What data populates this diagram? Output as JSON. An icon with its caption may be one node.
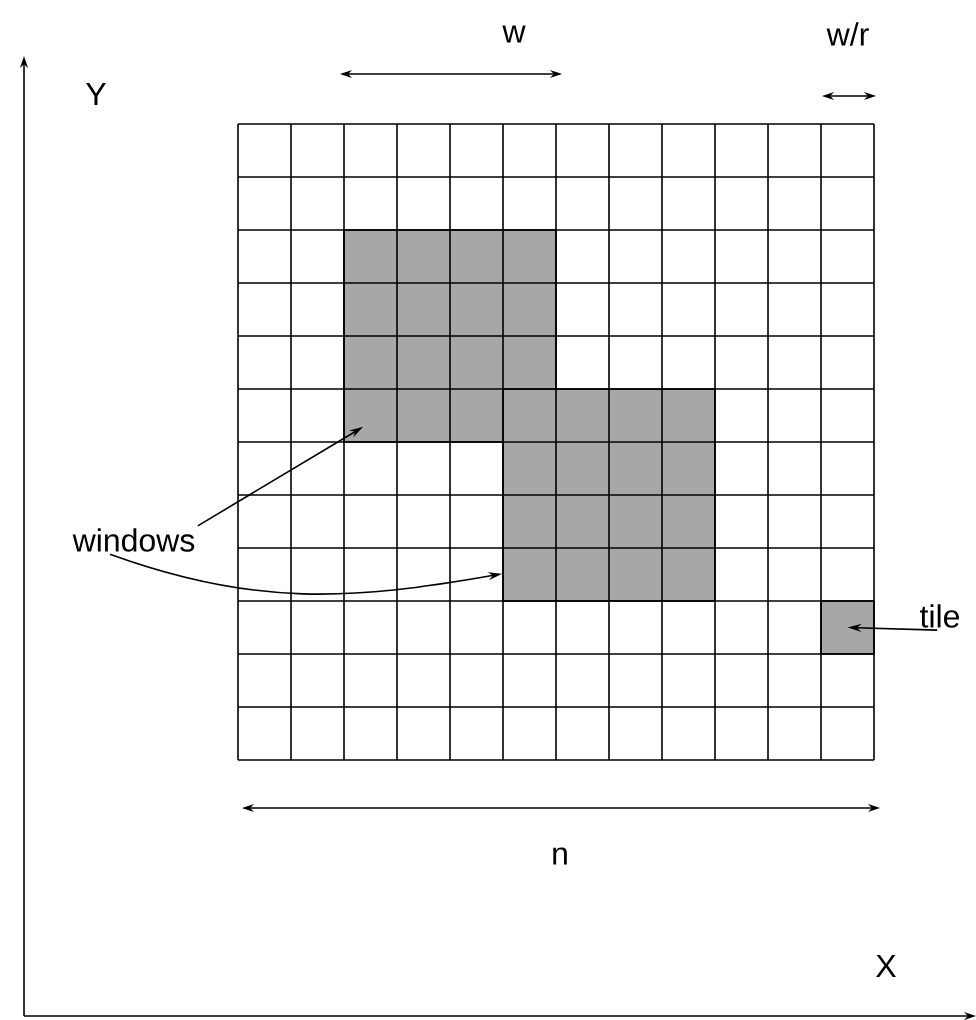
{
  "diagram": {
    "nodes": [
      {
        "text": [
          "windows"
        ]
      },
      {
        "text": [],
        "shape": "box"
      },
      {
        "text": [],
        "shape": "box"
      },
      {
        "text": [
          "tile"
        ]
      },
      {
        "text": [],
        "shape": "box"
      }
    ],
    "edges": [
      {
        "from": 0,
        "to": 1,
        "arrow": "to"
      },
      {
        "from": 0,
        "to": 2,
        "arrow": "to"
      },
      {
        "from": 3,
        "to": 4,
        "arrow": "to"
      }
    ],
    "labels": [
      "w",
      "w/r",
      "Y",
      "n",
      "X"
    ]
  }
}
